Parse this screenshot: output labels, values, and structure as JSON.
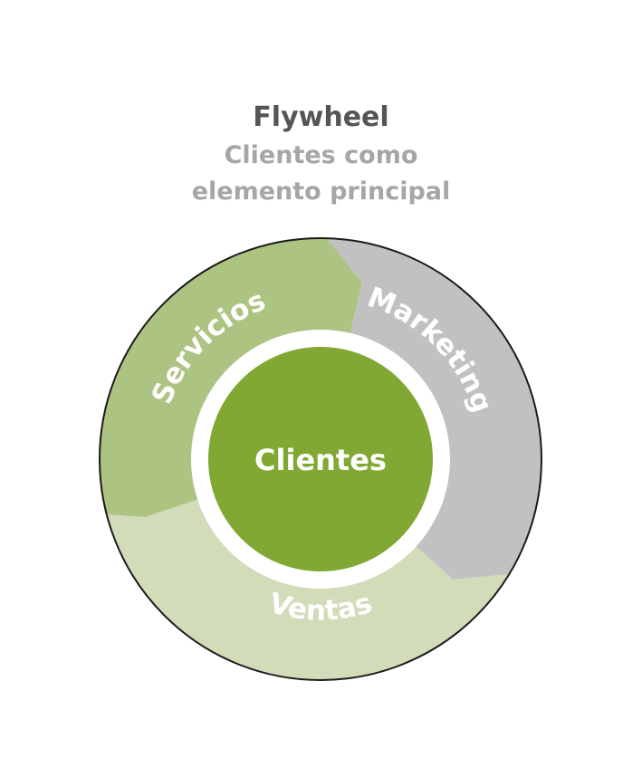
{
  "title": "Flywheel",
  "subtitle": [
    "Clientes como",
    "elemento principal"
  ],
  "center": {
    "label": "Clientes",
    "color": "#80a832"
  },
  "segments": [
    {
      "key": "servicios",
      "label": "Servicios",
      "color": "#adc382"
    },
    {
      "key": "marketing",
      "label": "Marketing",
      "color": "#c1c1c1"
    },
    {
      "key": "ventas",
      "label": "Ventas",
      "color": "#d2dcb9"
    }
  ],
  "colors": {
    "title": "#555555",
    "subtitle": "#a6a6a6",
    "outline": "#1a1a1a"
  }
}
